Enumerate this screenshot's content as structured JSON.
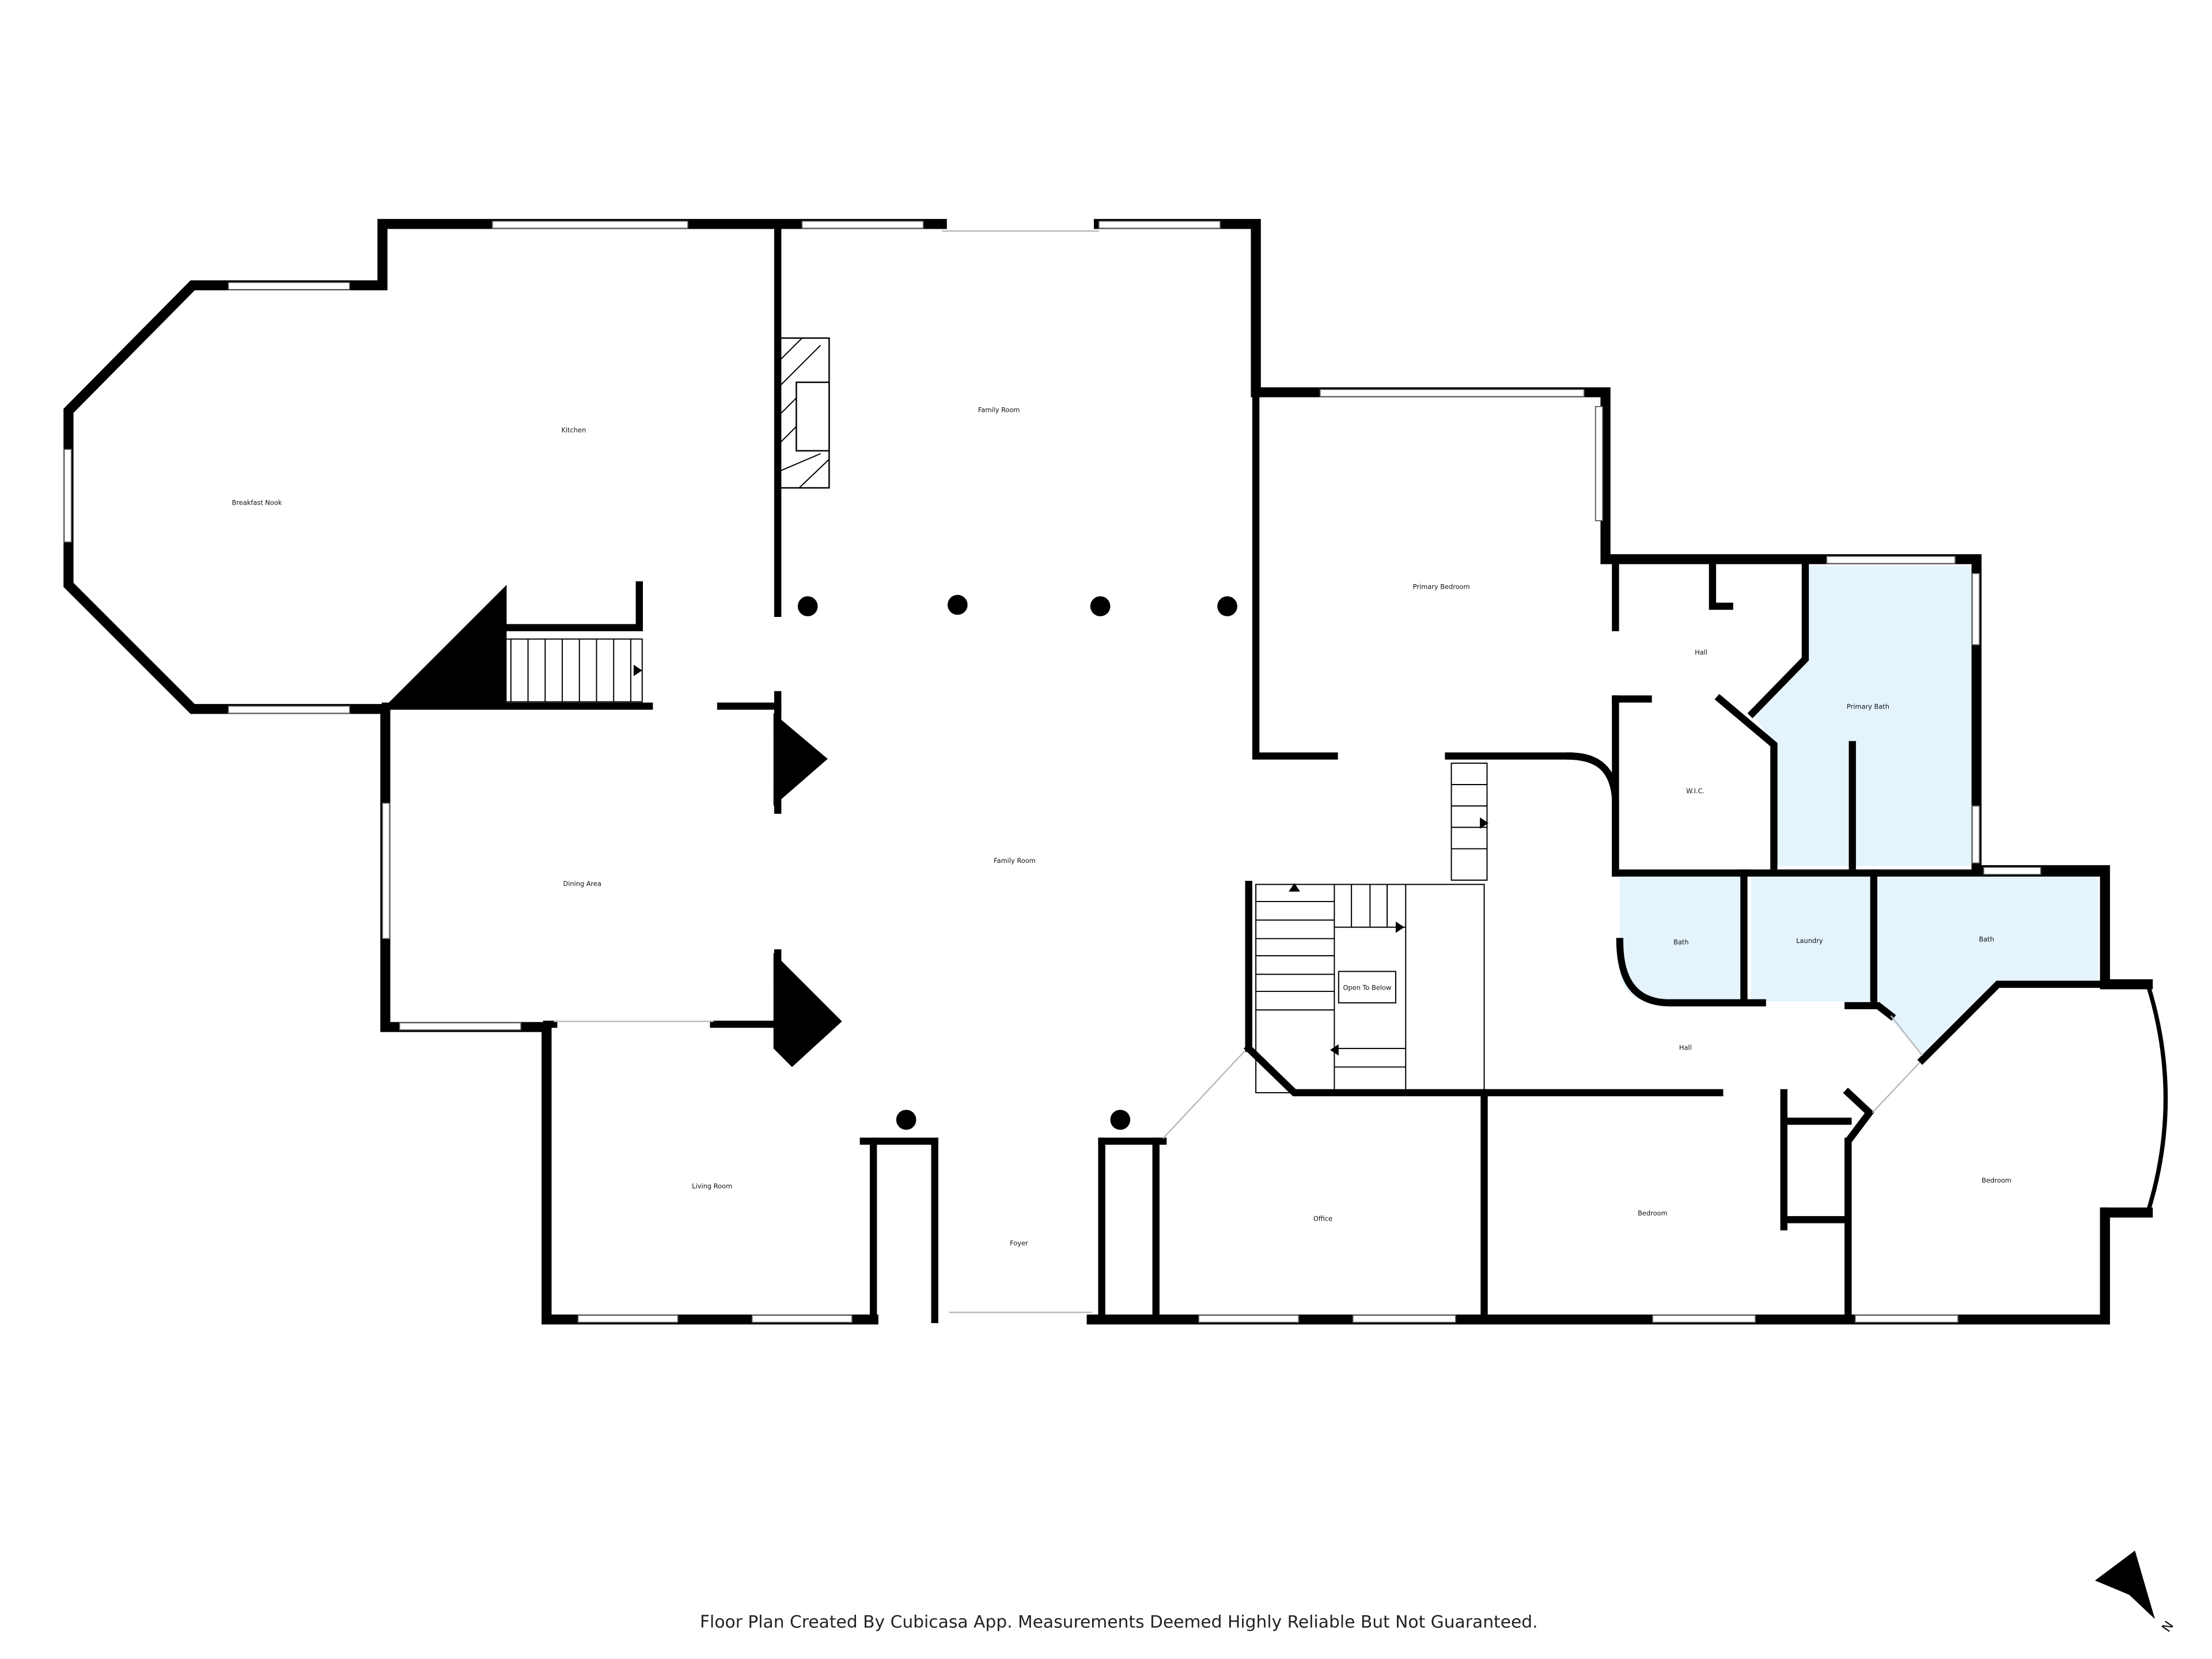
{
  "rooms": {
    "breakfast_nook": "Breakfast Nook",
    "kitchen": "Kitchen",
    "family_room_upper": "Family Room",
    "family_room_lower": "Family Room",
    "primary_bedroom": "Primary Bedroom",
    "hall_upper": "Hall",
    "primary_bath": "Primary Bath",
    "wic": "W.I.C.",
    "dining_area": "Dining Area",
    "bath_left": "Bath",
    "laundry": "Laundry",
    "bath_right": "Bath",
    "open_to_below": "Open To Below",
    "hall_lower": "Hall",
    "living_room": "Living Room",
    "foyer": "Foyer",
    "office": "Office",
    "bedroom_middle": "Bedroom",
    "bedroom_right": "Bedroom"
  },
  "footer": "Floor Plan Created By Cubicasa App. Measurements Deemed Highly Reliable But Not Guaranteed.",
  "compass": {
    "label": "N",
    "icon": "north-arrow-icon"
  },
  "colors": {
    "wall": "#000000",
    "wet_room_fill": "#e4f3fc"
  }
}
